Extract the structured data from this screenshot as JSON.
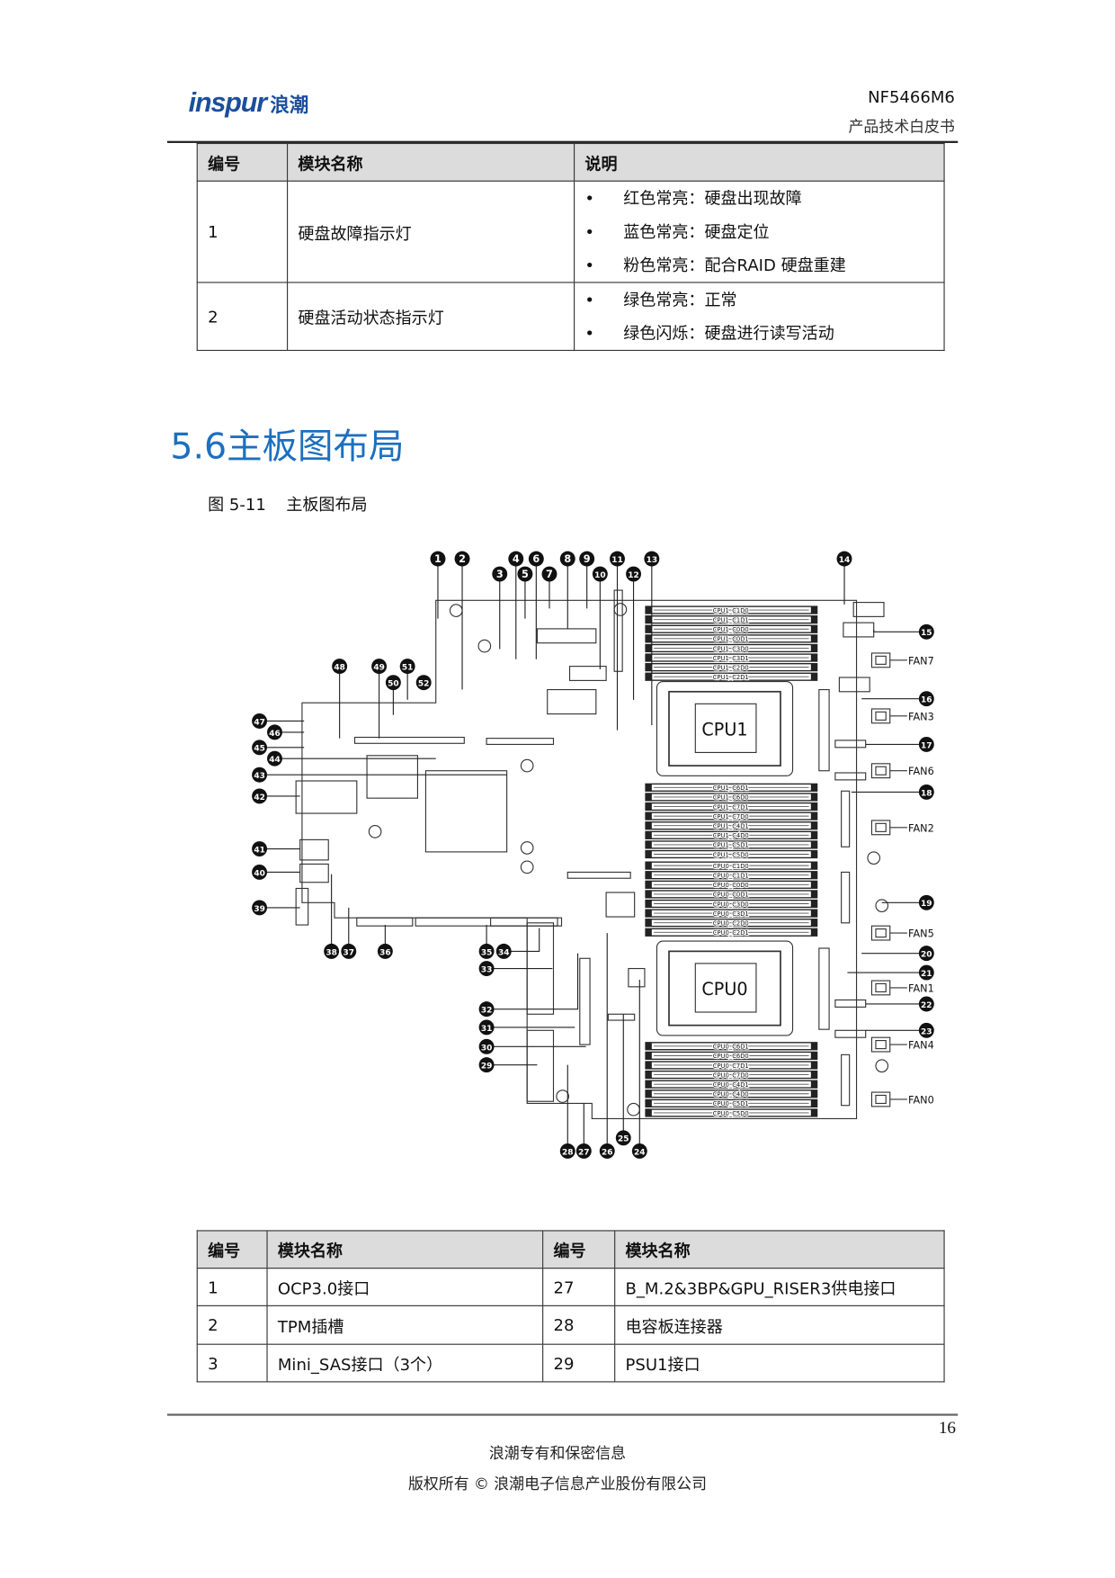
{
  "header": {
    "logo_text": "inspur",
    "logo_cn": "浪潮",
    "model": "NF5466M6",
    "doc_type": "产品技术白皮书"
  },
  "table1": {
    "headers": [
      "编号",
      "模块名称",
      "说明"
    ],
    "rows": [
      {
        "id": "1",
        "name": "硬盘故障指示灯",
        "desc": [
          "红色常亮：硬盘出现故障",
          "蓝色常亮：硬盘定位",
          "粉色常亮：配合RAID  硬盘重建"
        ]
      },
      {
        "id": "2",
        "name": "硬盘活动状态指示灯",
        "desc": [
          "绿色常亮：正常",
          "绿色闪烁：硬盘进行读写活动"
        ]
      }
    ]
  },
  "section_title": "5.6主板图布局",
  "figure": {
    "caption_no": "图 5-11",
    "caption": "主板图布局",
    "callouts": [
      "1",
      "2",
      "3",
      "4",
      "5",
      "6",
      "7",
      "8",
      "9",
      "10",
      "11",
      "12",
      "13",
      "14",
      "15",
      "16",
      "17",
      "18",
      "19",
      "20",
      "21",
      "22",
      "23",
      "24",
      "25",
      "26",
      "27",
      "28",
      "29",
      "30",
      "31",
      "32",
      "33",
      "34",
      "35",
      "36",
      "37",
      "38",
      "39",
      "40",
      "41",
      "42",
      "43",
      "44",
      "45",
      "46",
      "47",
      "48",
      "49",
      "50",
      "51",
      "52"
    ],
    "cpu_labels": [
      "CPU1",
      "CPU0"
    ],
    "fan_labels": [
      "FAN7",
      "FAN3",
      "FAN6",
      "FAN2",
      "FAN5",
      "FAN1",
      "FAN4",
      "FAN0"
    ],
    "dimm_banks": [
      [
        "CPU1_C1D0",
        "CPU1_C1D1",
        "CPU1_C0D0",
        "CPU1_C0D1",
        "CPU1_C3D0",
        "CPU1_C3D1",
        "CPU1_C2D0",
        "CPU1_C2D1"
      ],
      [
        "CPU1_C6D1",
        "CPU1_C6D0",
        "CPU1_C7D1",
        "CPU1_C7D0",
        "CPU1_C4D1",
        "CPU1_C4D0",
        "CPU1_C5D1",
        "CPU1_C5D0"
      ],
      [
        "CPU0_C1D0",
        "CPU0_C1D1",
        "CPU0_C0D0",
        "CPU0_C0D1",
        "CPU0_C3D0",
        "CPU0_C3D1",
        "CPU0_C2D0",
        "CPU0_C2D1"
      ],
      [
        "CPU0_C6D1",
        "CPU0_C6D0",
        "CPU0_C7D1",
        "CPU0_C7D0",
        "CPU0_C4D1",
        "CPU0_C4D0",
        "CPU0_C5D1",
        "CPU0_C5D0"
      ]
    ]
  },
  "table2": {
    "headers": [
      "编号",
      "模块名称",
      "编号",
      "模块名称"
    ],
    "rows": [
      [
        "1",
        "OCP3.0接口",
        "27",
        "B_M.2&3BP&GPU_RISER3供电接口"
      ],
      [
        "2",
        "TPM插槽",
        "28",
        "电容板连接器"
      ],
      [
        "3",
        "Mini_SAS接口（3个）",
        "29",
        "PSU1接口"
      ]
    ]
  },
  "footer": {
    "page_number": "16",
    "confidential": "浪潮专有和保密信息",
    "copyright": "版权所有 © 浪潮电子信息产业股份有限公司"
  }
}
